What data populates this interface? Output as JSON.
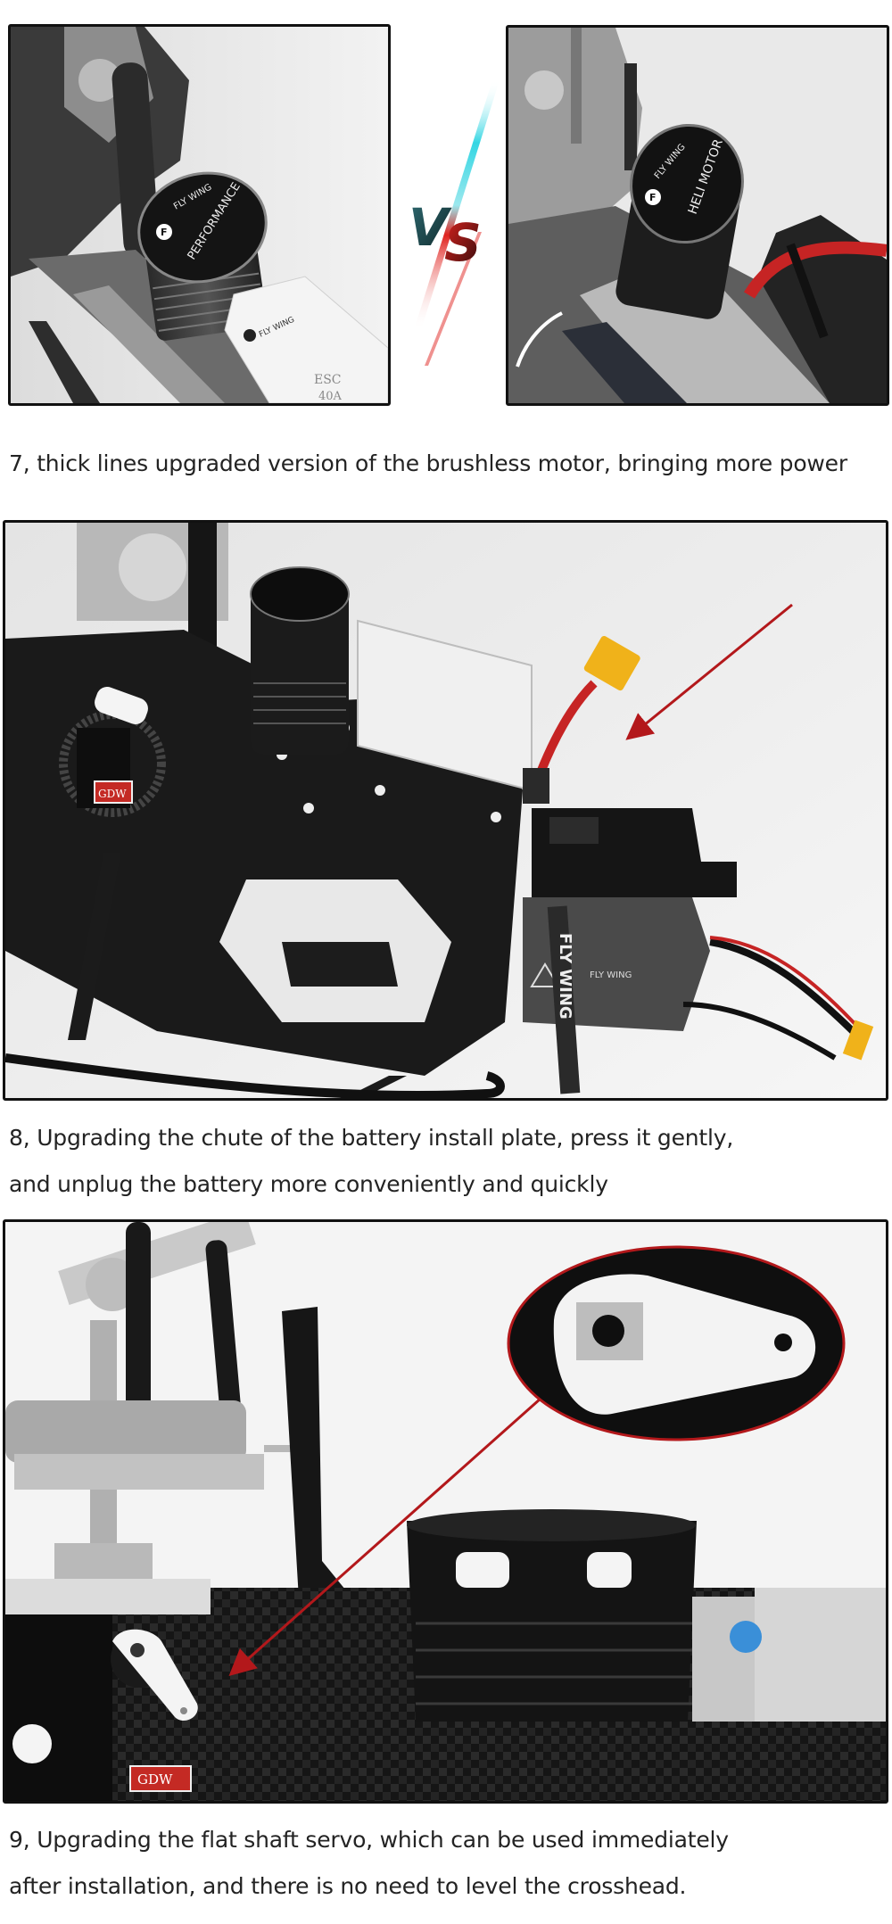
{
  "comparison": {
    "left_image": {
      "alt": "Helicopter with FLY WING PERFORMANCE brushless motor and white FLY WING ESC",
      "motor_label_brand": "FLY WING",
      "motor_label_model": "PERFORMANCE",
      "esc_brand": "FLY WING",
      "esc_label": "ESC",
      "esc_rating": "40A"
    },
    "vs_label": "VS",
    "right_image": {
      "alt": "Helicopter with FLY WING HELI MOTOR brushless motor and black ESC with red wire",
      "motor_label_brand": "FLY WING",
      "motor_label_model": "HELI MOTOR"
    }
  },
  "captions": {
    "item7": "7, thick lines upgraded version of the brushless motor, bringing more power",
    "item8_line1": "8, Upgrading the chute of the battery install plate, press it gently,",
    "item8_line2": "and unplug the battery more conveniently and quickly",
    "item9_line1": "9, Upgrading the flat shaft servo, which can be used immediately",
    "item9_line2": "after installation, and there is no need to level the crosshead."
  },
  "battery_image": {
    "alt": "Side view of carbon helicopter frame with battery mounted in upgraded chute, red arrow pointing to battery plate",
    "battery_brand": "FLY WING",
    "strap_text": "FLY WING",
    "servo_brand": "GDW",
    "arrow_color": "#b3181b"
  },
  "servo_image": {
    "alt": "Close-up of flat shaft servo with white servo horn; magnified inset of the horn",
    "servo_brand": "GDW",
    "inset_border_color": "#b3181b",
    "arrow_color": "#b3181b"
  },
  "colors": {
    "text": "#232323",
    "frame_border": "#111111",
    "accent_red": "#b3181b",
    "vs_teal": "#1f4f55",
    "vs_red": "#e0231f",
    "streak_cyan": "#35d6e3"
  }
}
